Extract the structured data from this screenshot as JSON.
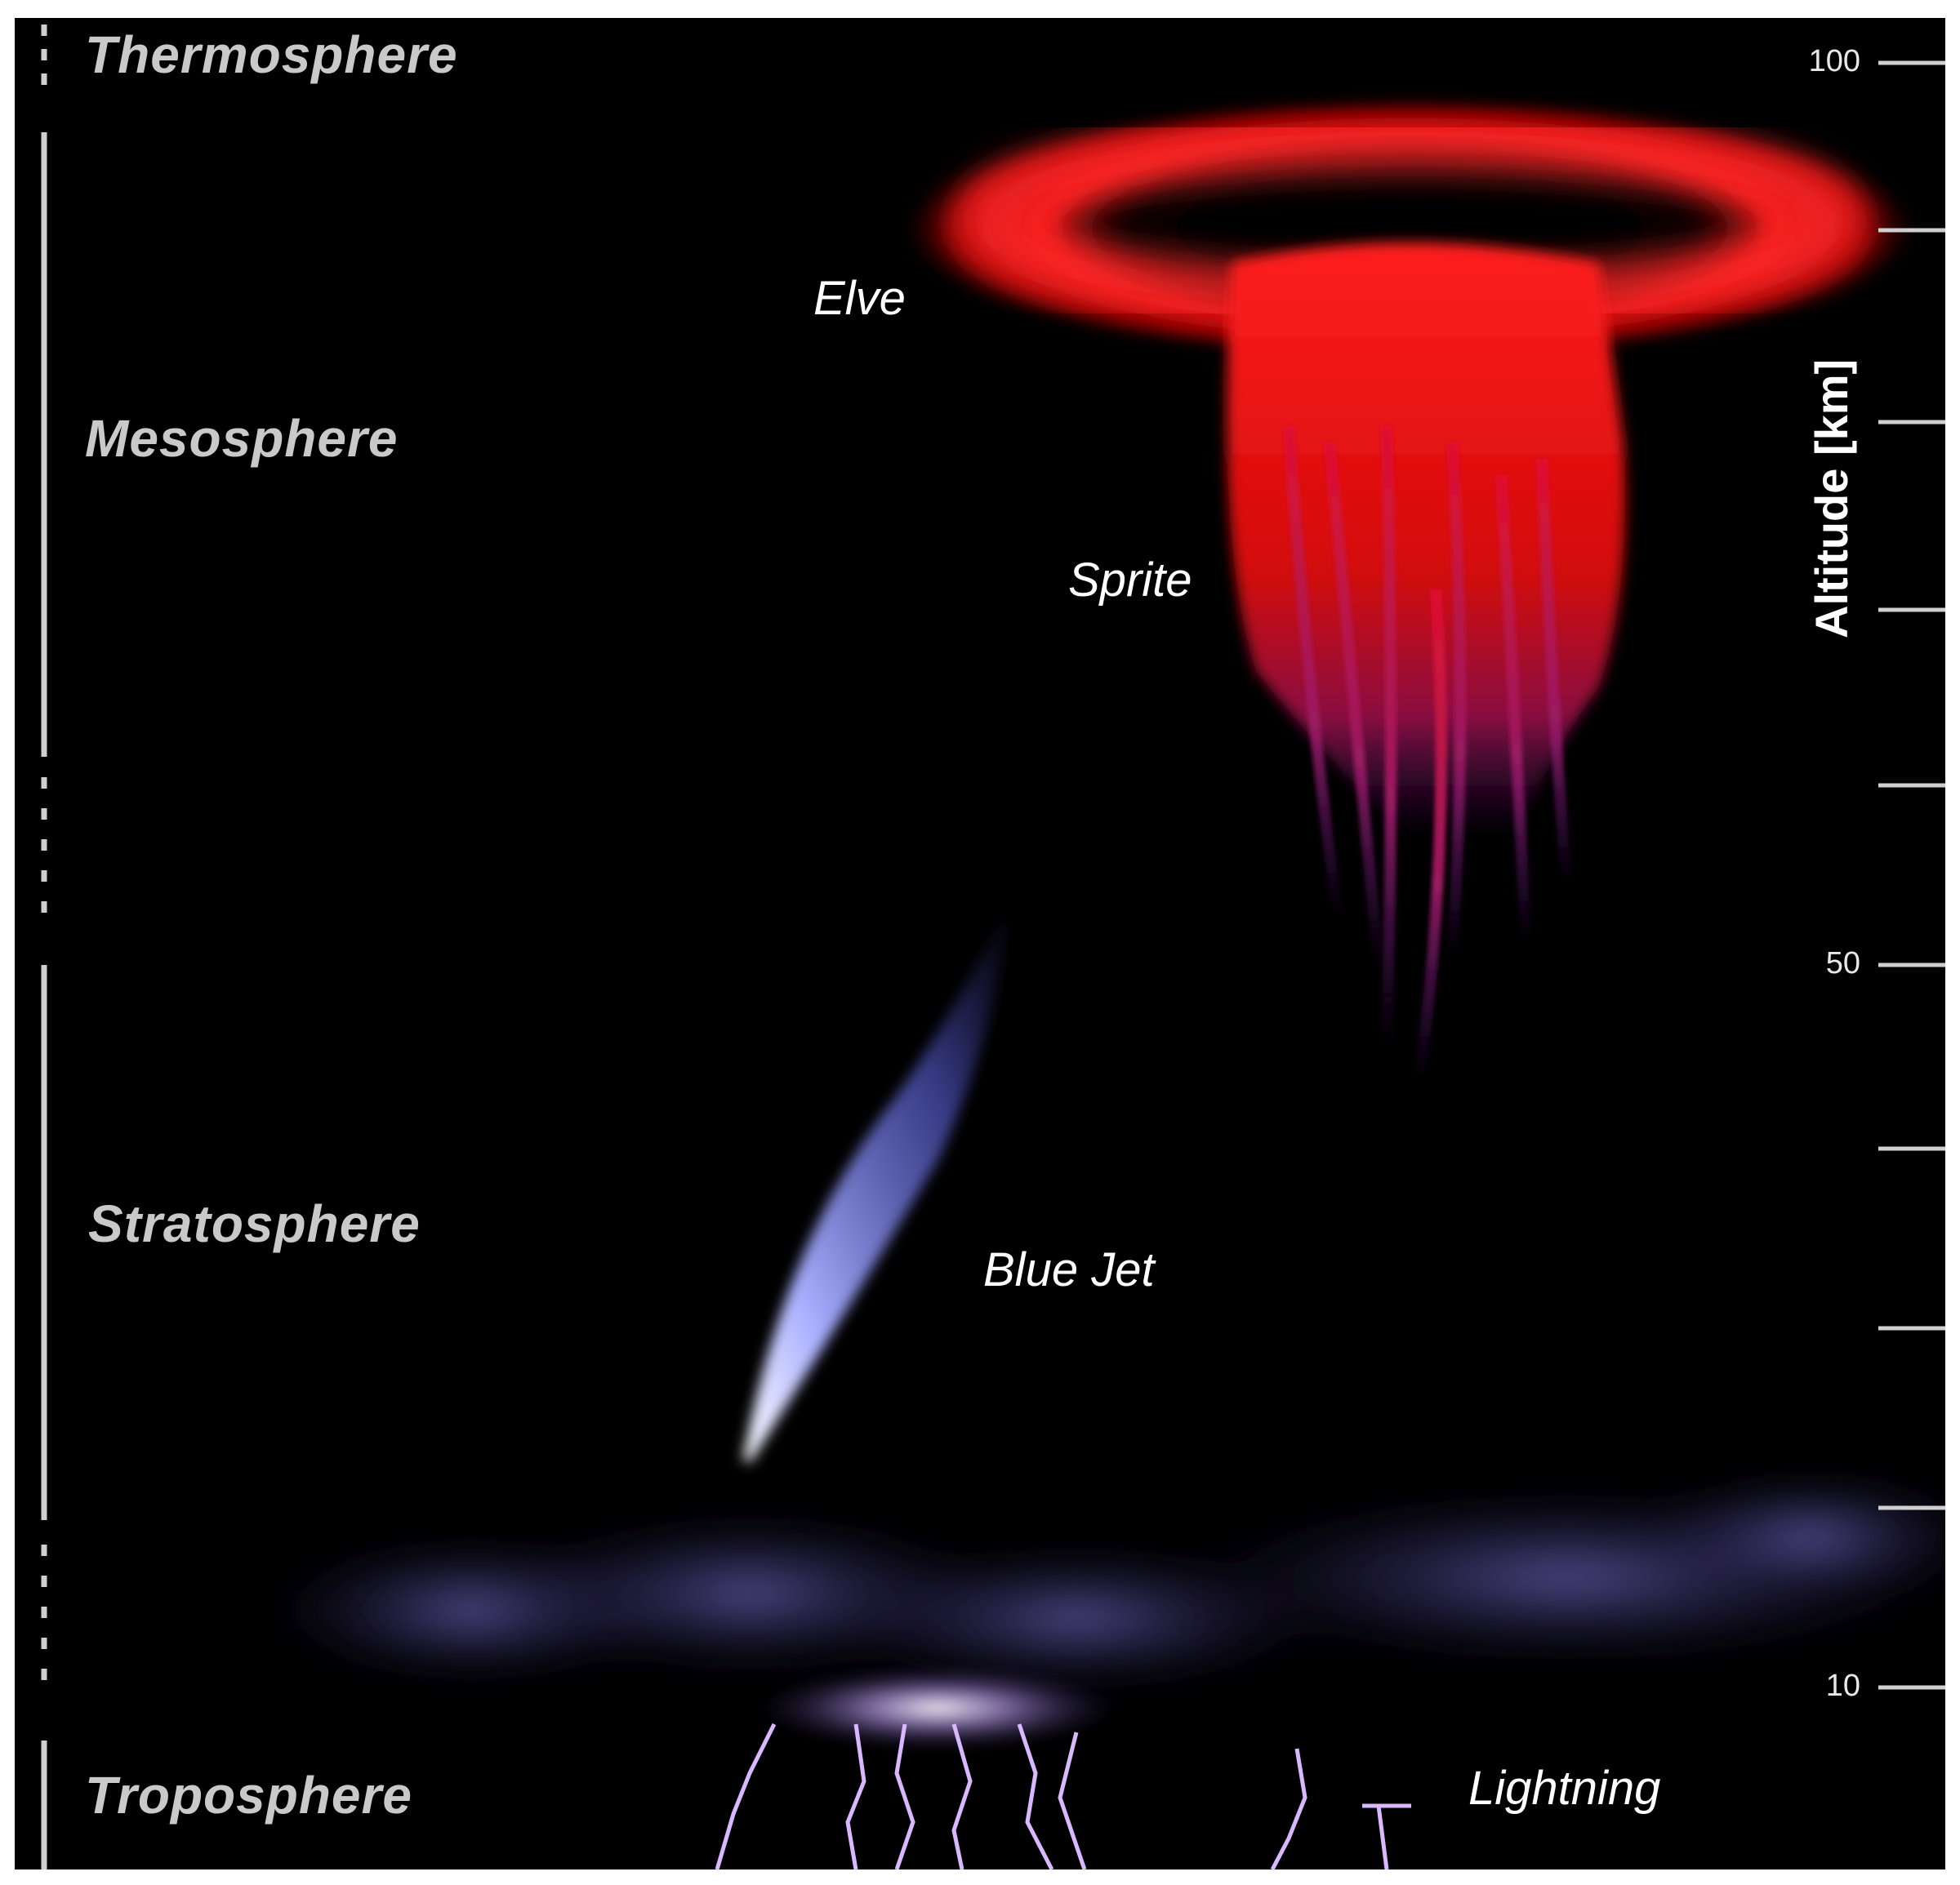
{
  "layers": {
    "thermosphere": "Thermosphere",
    "mesosphere": "Mesosphere",
    "stratosphere": "Stratosphere",
    "troposphere": "Troposphere"
  },
  "events": {
    "elve": "Elve",
    "sprite": "Sprite",
    "blue_jet": "Blue Jet",
    "lightning": "Lightning"
  },
  "axis": {
    "title": "Altitude [km]",
    "tick_labels": {
      "t100": "100",
      "t50": "50",
      "t10": "10"
    }
  },
  "colors": {
    "background": "#000000",
    "elve_sprite": "#ff1010",
    "blue_jet": "#7c83ff",
    "lightning": "#d9b8ff",
    "scale": "#cfcfcf"
  }
}
